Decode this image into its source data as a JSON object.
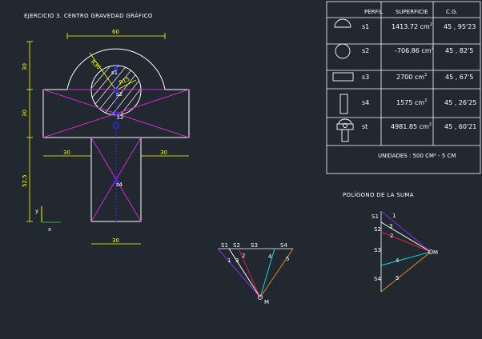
{
  "title": "EJERCICIO 3. CENTRO GRAVEDAD GRÁFICO",
  "dimensions": {
    "top_width": "60",
    "left_30a": "30",
    "left_30b": "30",
    "left_525": "52,5",
    "r30": "R30",
    "r15": "R15",
    "arm_left": "30",
    "arm_right": "30",
    "bottom": "30"
  },
  "points": {
    "s1": "s1",
    "s2": "s2",
    "s3": "s3",
    "s4": "s4"
  },
  "axes": {
    "y": "y",
    "x": "x"
  },
  "table": {
    "headers": {
      "perfil": "PERFIL",
      "superficie": "SUPERFICIE",
      "cg": "C.G."
    },
    "rows": [
      {
        "name": "s1",
        "area": "1413.72 cm",
        "cg": "45 , 95'23"
      },
      {
        "name": "s2",
        "area": "-706.86 cm",
        "cg": "45 , 82'5"
      },
      {
        "name": "s3",
        "area": "2700 cm",
        "cg": "45 , 67'5"
      },
      {
        "name": "s4",
        "area": "1575 cm",
        "cg": "45 , 26'25"
      },
      {
        "name": "st",
        "area": "4981.85 cm",
        "cg": "45 , 60'21"
      }
    ],
    "sup": "2",
    "footer": "UNIDADES : 500 CM² - 5 CM"
  },
  "funicular": {
    "labels": [
      "S1",
      "S2",
      "S3",
      "S4"
    ],
    "ray_labels": [
      "1",
      "3",
      "2",
      "4",
      "5"
    ],
    "pole": "M"
  },
  "polygon": {
    "title": "POLÍGONO DE LA SUMA",
    "labels": [
      "S1",
      "S2",
      "S3",
      "S4"
    ],
    "ray_labels": [
      "1",
      "3",
      "2",
      "4",
      "5"
    ],
    "pole": "M"
  },
  "colors": {
    "background": "#212830",
    "line": "#ffffff",
    "dimension": "#ffff00",
    "magenta": "#d42ad4",
    "purple": "#8a2be2",
    "red": "#e0203a",
    "cyan": "#12d6d6",
    "orange": "#e08a1a",
    "axis_x": "#22c022",
    "point": "#2a2aff"
  }
}
